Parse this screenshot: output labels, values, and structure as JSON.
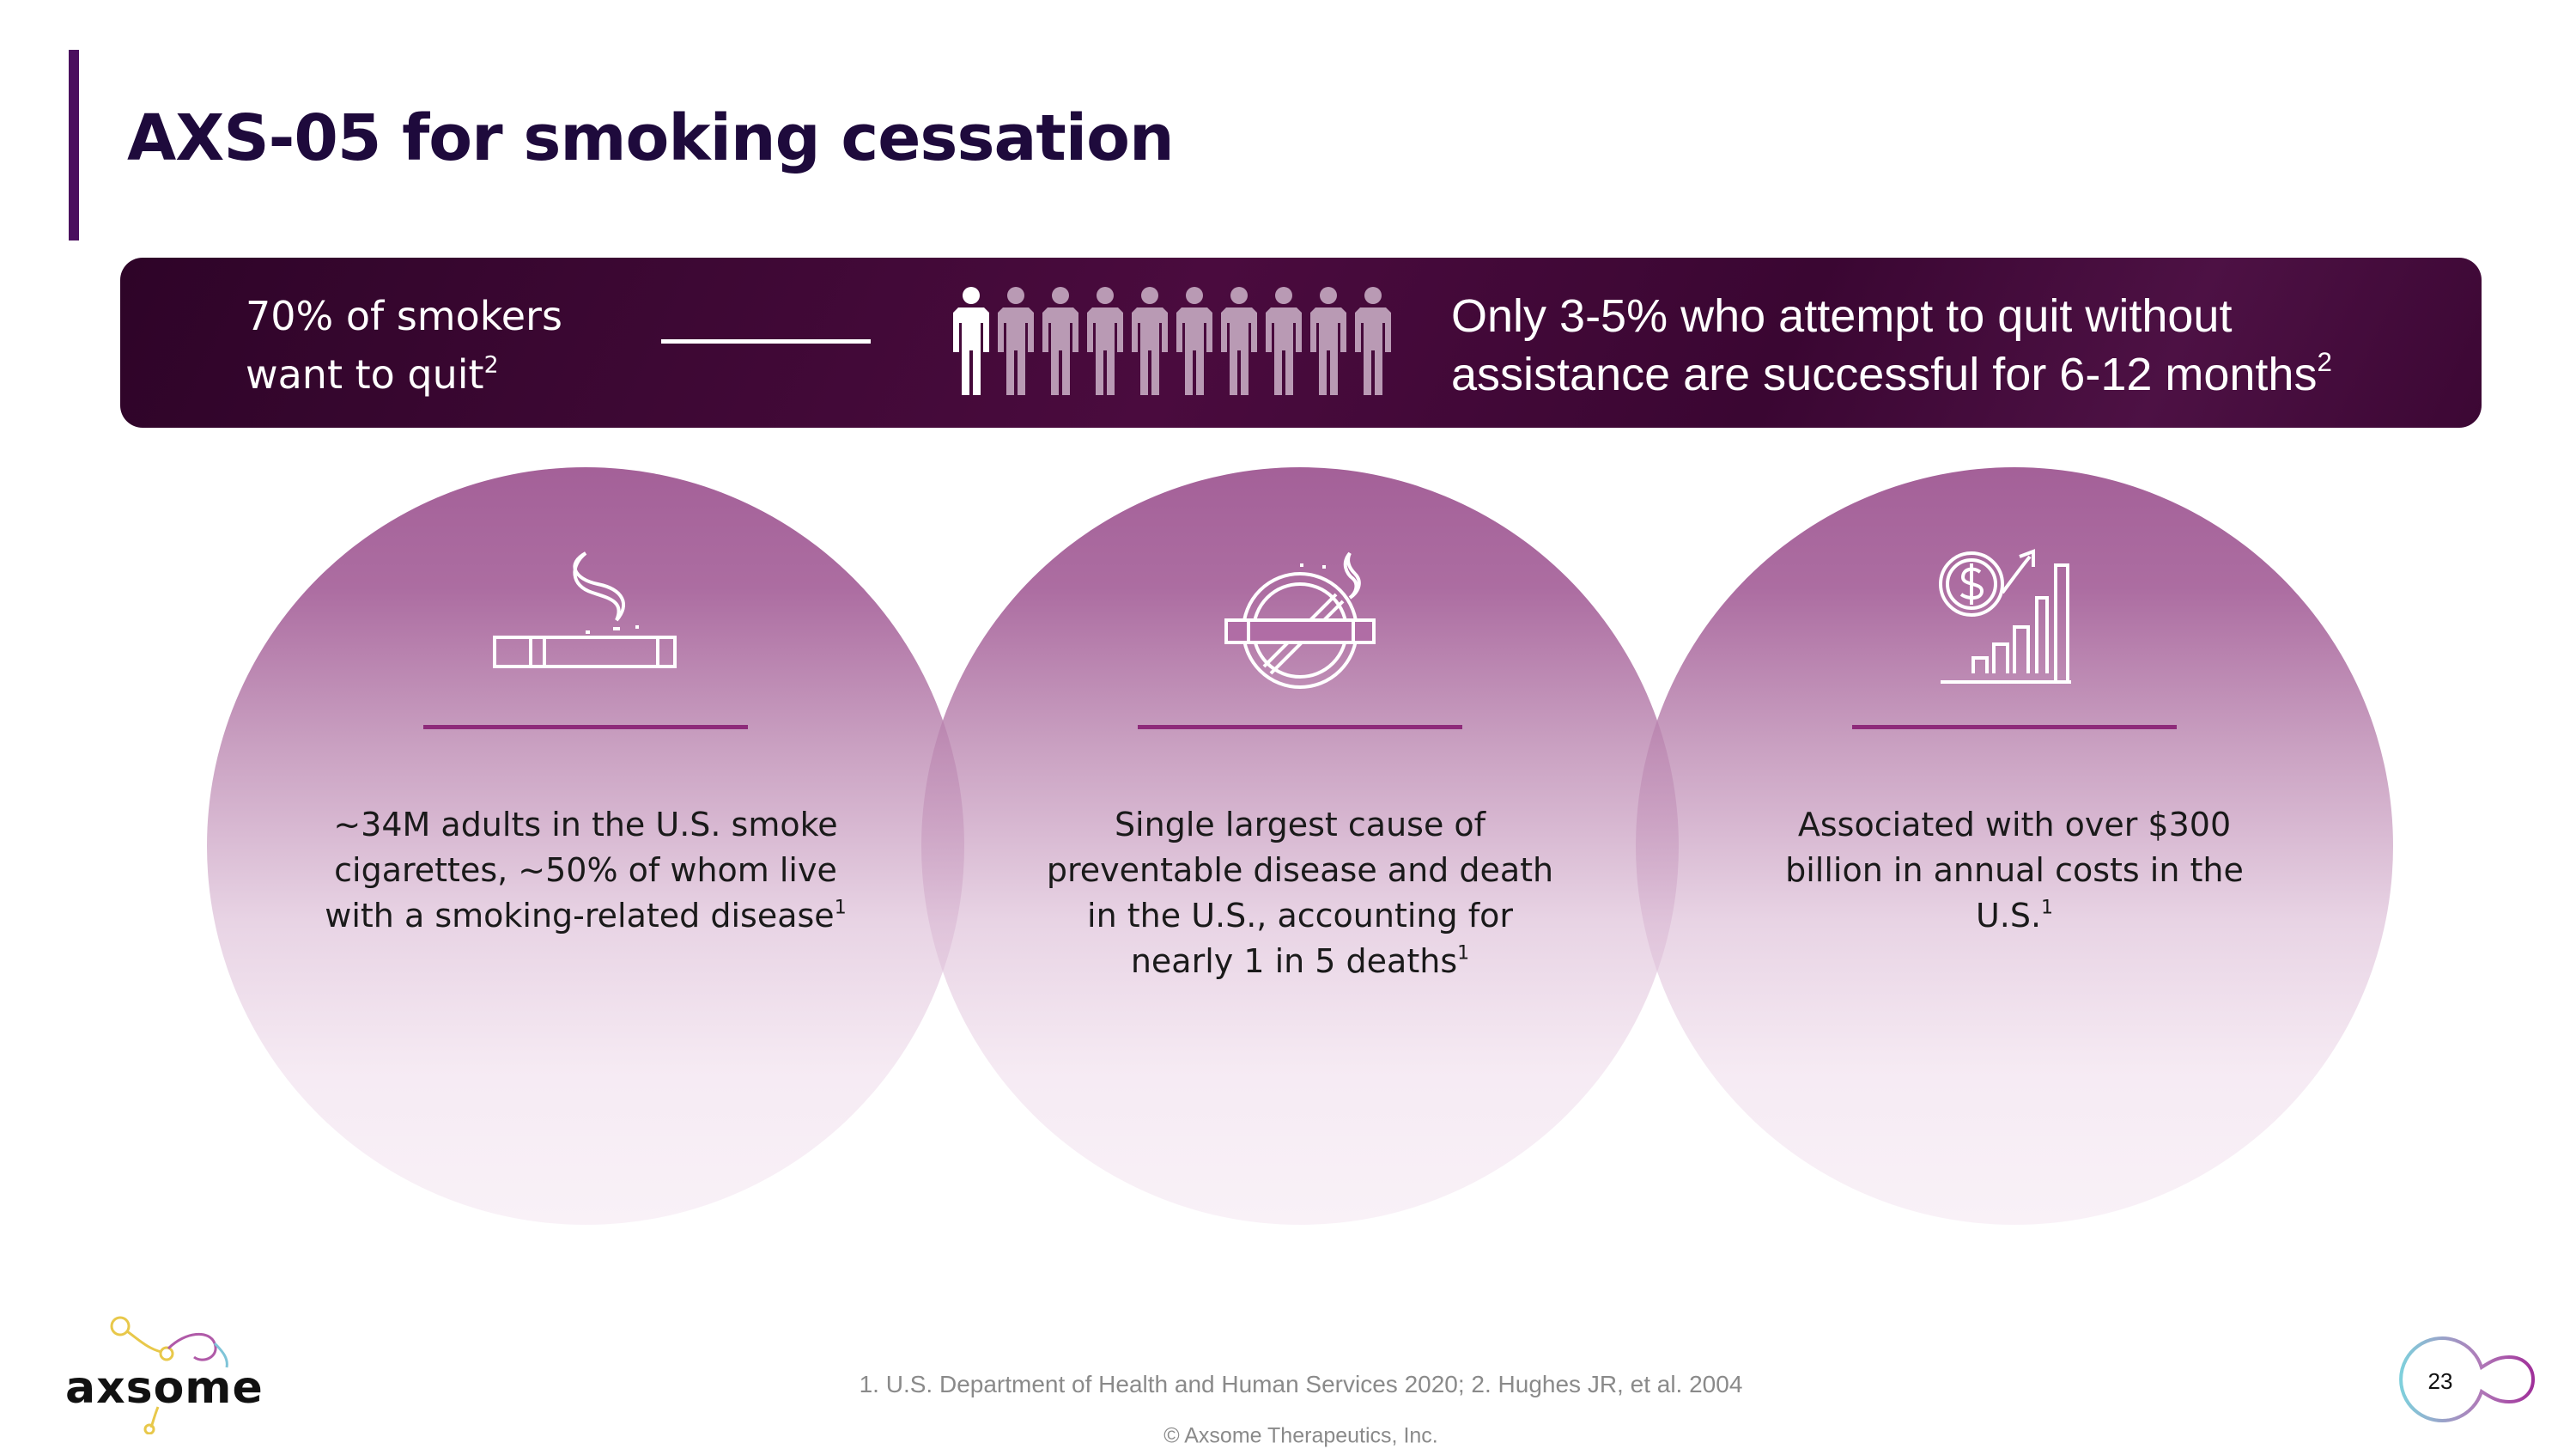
{
  "title": "AXS-05 for smoking cessation",
  "banner": {
    "left_line1": "70% of smokers",
    "left_line2": "want to quit",
    "left_sup": "2",
    "right_line1": "Only 3-5% who attempt to quit without",
    "right_line2": "assistance are successful for 6-12 months",
    "right_sup": "2"
  },
  "circles": [
    {
      "icon": "cigarette-icon",
      "text": "~34M adults in the U.S. smoke cigarettes, ~50% of whom live with a smoking-related disease",
      "sup": "1"
    },
    {
      "icon": "no-smoking-icon",
      "text": "Single largest cause of preventable disease and death in the U.S., accounting for nearly 1 in 5 deaths",
      "sup": "1"
    },
    {
      "icon": "rising-cost-icon",
      "text": "Associated with over $300 billion in annual costs in the U.S.",
      "sup": "1"
    }
  ],
  "footnote": "1. U.S. Department of Health and Human Services 2020; 2. Hughes JR, et al. 2004",
  "copyright": "© Axsome Therapeutics, Inc.",
  "logo_text": "axsome",
  "page_number": "23",
  "colors": {
    "title": "#1e0a3c",
    "banner": "#3f0836",
    "circle": "#a05a94",
    "rule": "#8e2a7a"
  }
}
